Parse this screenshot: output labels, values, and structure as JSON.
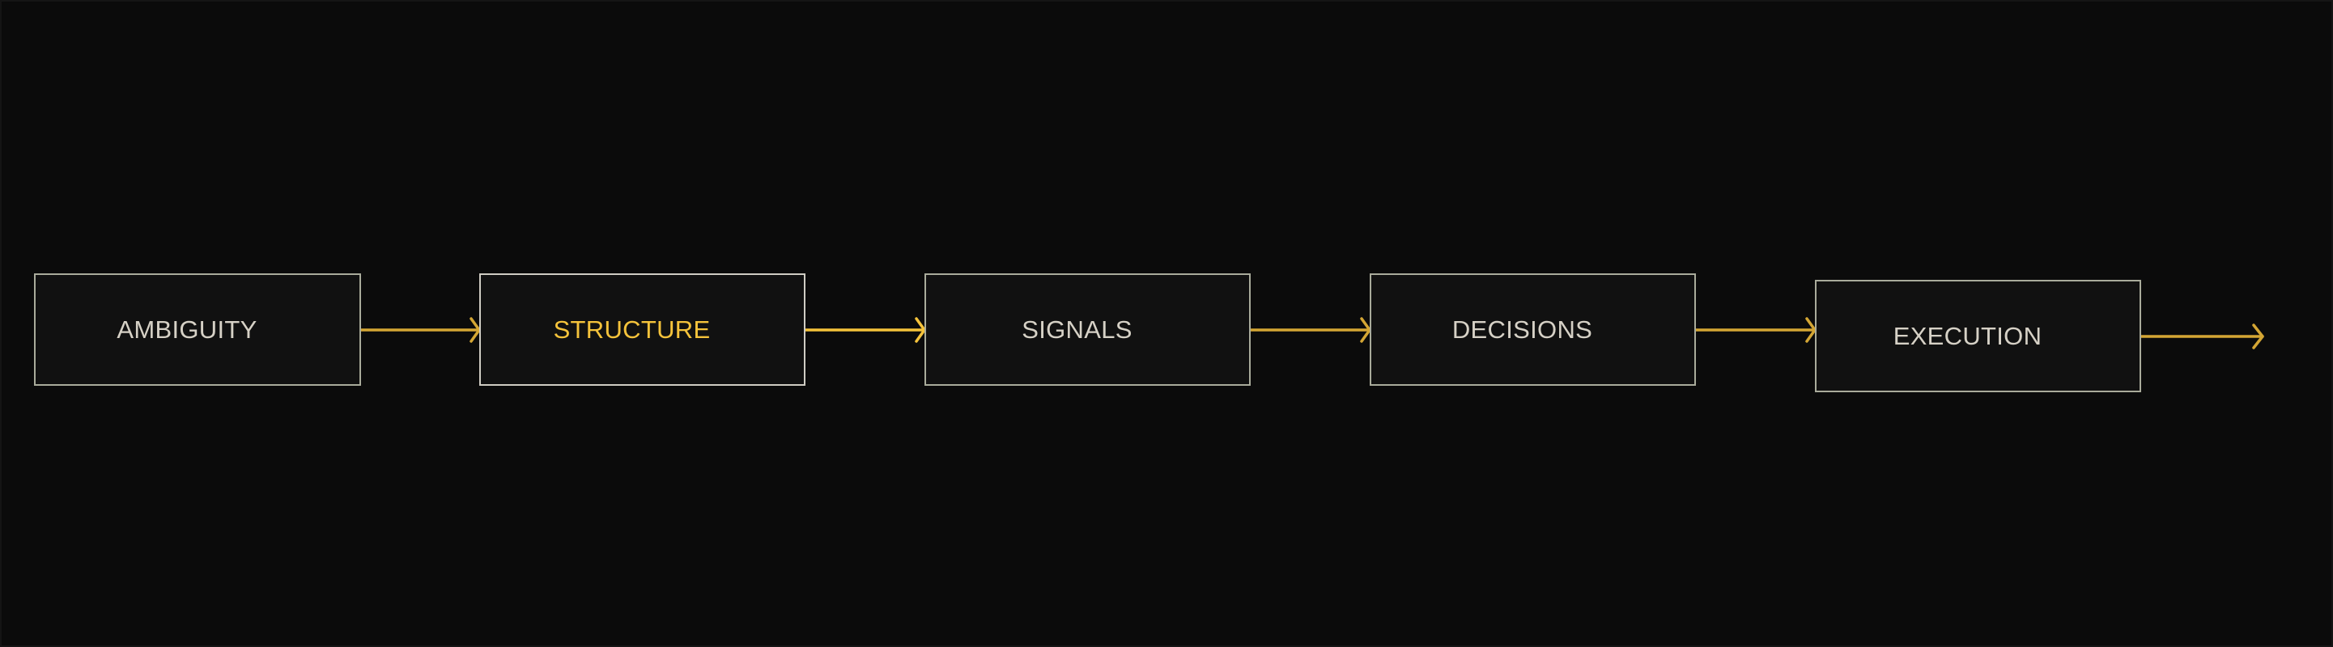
{
  "diagram": {
    "type": "linear-flow",
    "colors": {
      "background": "#0b0b0b",
      "node_fill": "#111111",
      "node_border": "#a9ab9b",
      "node_border_active": "#cfccc3",
      "label": "#d6d1c6",
      "label_active": "#f5c33b",
      "arrow": "#d4a634",
      "arrow_active": "#f5c33b"
    },
    "nodes": [
      {
        "id": "ambiguity",
        "label": "AMBIGUITY",
        "active": false
      },
      {
        "id": "structure",
        "label": "STRUCTURE",
        "active": true
      },
      {
        "id": "signals",
        "label": "SIGNALS",
        "active": false
      },
      {
        "id": "decisions",
        "label": "DECISIONS",
        "active": false
      },
      {
        "id": "execution",
        "label": "EXECUTION",
        "active": false
      }
    ],
    "edges": [
      {
        "from": "ambiguity",
        "to": "structure",
        "active": false
      },
      {
        "from": "structure",
        "to": "signals",
        "active": true
      },
      {
        "from": "signals",
        "to": "decisions",
        "active": false
      },
      {
        "from": "decisions",
        "to": "execution",
        "active": false
      },
      {
        "from": "execution",
        "to": null,
        "active": false
      }
    ]
  }
}
